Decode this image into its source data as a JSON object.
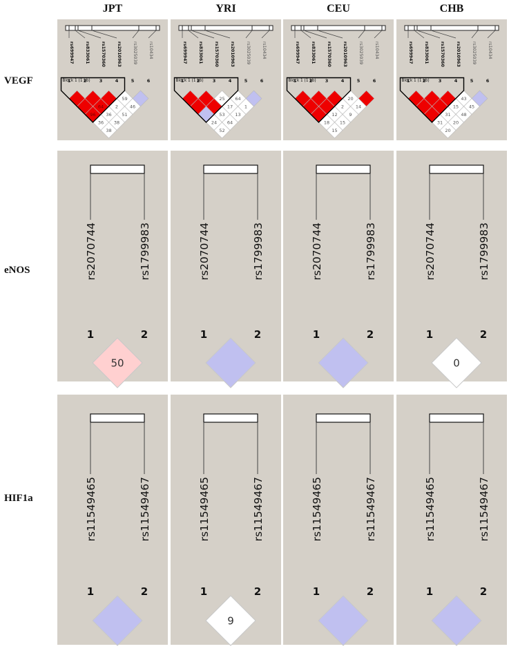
{
  "populations": [
    "JPT",
    "YRI",
    "CEU",
    "CHB"
  ],
  "genes": [
    "VEGF",
    "eNOS",
    "HIF1a"
  ],
  "block_label": "Block 1 (1 kb)",
  "colors": {
    "panel_bg": "#d5d0c8",
    "red": "#ee0000",
    "pink": "#ffd0d0",
    "lavender": "#c0c0f0",
    "white": "#ffffff"
  },
  "vegf": {
    "snps": [
      "rs699947",
      "rs833061",
      "rs1570360",
      "rs2010963",
      "rs3025039",
      "rs10434"
    ],
    "marker_numbers": [
      "1",
      "2",
      "3",
      "4",
      "5",
      "6"
    ],
    "panels": [
      {
        "cells": [
          {
            "i": 1,
            "j": 2,
            "c": "red",
            "t": ""
          },
          {
            "i": 2,
            "j": 3,
            "c": "red",
            "t": ""
          },
          {
            "i": 3,
            "j": 4,
            "c": "red",
            "t": ""
          },
          {
            "i": 4,
            "j": 5,
            "c": "white",
            "t": "59"
          },
          {
            "i": 5,
            "j": 6,
            "c": "lavender",
            "t": ""
          },
          {
            "i": 1,
            "j": 3,
            "c": "red",
            "t": ""
          },
          {
            "i": 2,
            "j": 4,
            "c": "red",
            "t": "64"
          },
          {
            "i": 3,
            "j": 5,
            "c": "white",
            "t": "2"
          },
          {
            "i": 4,
            "j": 6,
            "c": "white",
            "t": "46"
          },
          {
            "i": 1,
            "j": 4,
            "c": "red",
            "t": "96"
          },
          {
            "i": 2,
            "j": 5,
            "c": "white",
            "t": "36"
          },
          {
            "i": 3,
            "j": 6,
            "c": "white",
            "t": "51"
          },
          {
            "i": 1,
            "j": 5,
            "c": "white",
            "t": "36"
          },
          {
            "i": 2,
            "j": 6,
            "c": "white",
            "t": "38"
          },
          {
            "i": 1,
            "j": 6,
            "c": "white",
            "t": "38"
          }
        ]
      },
      {
        "cells": [
          {
            "i": 1,
            "j": 2,
            "c": "red",
            "t": ""
          },
          {
            "i": 2,
            "j": 3,
            "c": "red",
            "t": ""
          },
          {
            "i": 3,
            "j": 4,
            "c": "white",
            "t": "25"
          },
          {
            "i": 4,
            "j": 5,
            "c": "white",
            "t": "64"
          },
          {
            "i": 5,
            "j": 6,
            "c": "lavender",
            "t": ""
          },
          {
            "i": 1,
            "j": 3,
            "c": "red",
            "t": ""
          },
          {
            "i": 2,
            "j": 4,
            "c": "red",
            "t": ""
          },
          {
            "i": 3,
            "j": 5,
            "c": "white",
            "t": "17"
          },
          {
            "i": 4,
            "j": 6,
            "c": "white",
            "t": "1"
          },
          {
            "i": 1,
            "j": 4,
            "c": "lavender",
            "t": ""
          },
          {
            "i": 2,
            "j": 5,
            "c": "white",
            "t": "53"
          },
          {
            "i": 3,
            "j": 6,
            "c": "white",
            "t": "13"
          },
          {
            "i": 1,
            "j": 5,
            "c": "white",
            "t": "24"
          },
          {
            "i": 2,
            "j": 6,
            "c": "white",
            "t": "64"
          },
          {
            "i": 1,
            "j": 6,
            "c": "white",
            "t": "52"
          }
        ]
      },
      {
        "cells": [
          {
            "i": 1,
            "j": 2,
            "c": "red",
            "t": ""
          },
          {
            "i": 2,
            "j": 3,
            "c": "red",
            "t": ""
          },
          {
            "i": 3,
            "j": 4,
            "c": "red",
            "t": ""
          },
          {
            "i": 4,
            "j": 5,
            "c": "white",
            "t": "20"
          },
          {
            "i": 5,
            "j": 6,
            "c": "red",
            "t": ""
          },
          {
            "i": 1,
            "j": 3,
            "c": "red",
            "t": ""
          },
          {
            "i": 2,
            "j": 4,
            "c": "red",
            "t": ""
          },
          {
            "i": 3,
            "j": 5,
            "c": "white",
            "t": "2"
          },
          {
            "i": 4,
            "j": 6,
            "c": "white",
            "t": "14"
          },
          {
            "i": 1,
            "j": 4,
            "c": "red",
            "t": ""
          },
          {
            "i": 2,
            "j": 5,
            "c": "white",
            "t": "12"
          },
          {
            "i": 3,
            "j": 6,
            "c": "white",
            "t": "9"
          },
          {
            "i": 1,
            "j": 5,
            "c": "white",
            "t": "18"
          },
          {
            "i": 2,
            "j": 6,
            "c": "white",
            "t": "15"
          },
          {
            "i": 1,
            "j": 6,
            "c": "white",
            "t": "15"
          }
        ]
      },
      {
        "cells": [
          {
            "i": 1,
            "j": 2,
            "c": "red",
            "t": ""
          },
          {
            "i": 2,
            "j": 3,
            "c": "red",
            "t": ""
          },
          {
            "i": 3,
            "j": 4,
            "c": "red",
            "t": ""
          },
          {
            "i": 4,
            "j": 5,
            "c": "white",
            "t": "43"
          },
          {
            "i": 5,
            "j": 6,
            "c": "lavender",
            "t": ""
          },
          {
            "i": 1,
            "j": 3,
            "c": "red",
            "t": ""
          },
          {
            "i": 2,
            "j": 4,
            "c": "red",
            "t": ""
          },
          {
            "i": 3,
            "j": 5,
            "c": "white",
            "t": "15"
          },
          {
            "i": 4,
            "j": 6,
            "c": "white",
            "t": "45"
          },
          {
            "i": 1,
            "j": 4,
            "c": "red",
            "t": ""
          },
          {
            "i": 2,
            "j": 5,
            "c": "white",
            "t": "31"
          },
          {
            "i": 3,
            "j": 6,
            "c": "white",
            "t": "48"
          },
          {
            "i": 1,
            "j": 5,
            "c": "white",
            "t": "31"
          },
          {
            "i": 2,
            "j": 6,
            "c": "white",
            "t": "20"
          },
          {
            "i": 1,
            "j": 6,
            "c": "white",
            "t": "20"
          }
        ]
      }
    ]
  },
  "enos": {
    "snps": [
      "rs2070744",
      "rs1799983"
    ],
    "marker_numbers": [
      "1",
      "2"
    ],
    "cells": [
      {
        "c": "pink",
        "t": "50"
      },
      {
        "c": "lavender",
        "t": ""
      },
      {
        "c": "lavender",
        "t": ""
      },
      {
        "c": "white",
        "t": "0"
      }
    ]
  },
  "hif1a": {
    "snps": [
      "rs11549465",
      "rs11549467"
    ],
    "marker_numbers": [
      "1",
      "2"
    ],
    "cells": [
      {
        "c": "lavender",
        "t": ""
      },
      {
        "c": "white",
        "t": "9"
      },
      {
        "c": "lavender",
        "t": ""
      },
      {
        "c": "lavender",
        "t": ""
      }
    ]
  }
}
